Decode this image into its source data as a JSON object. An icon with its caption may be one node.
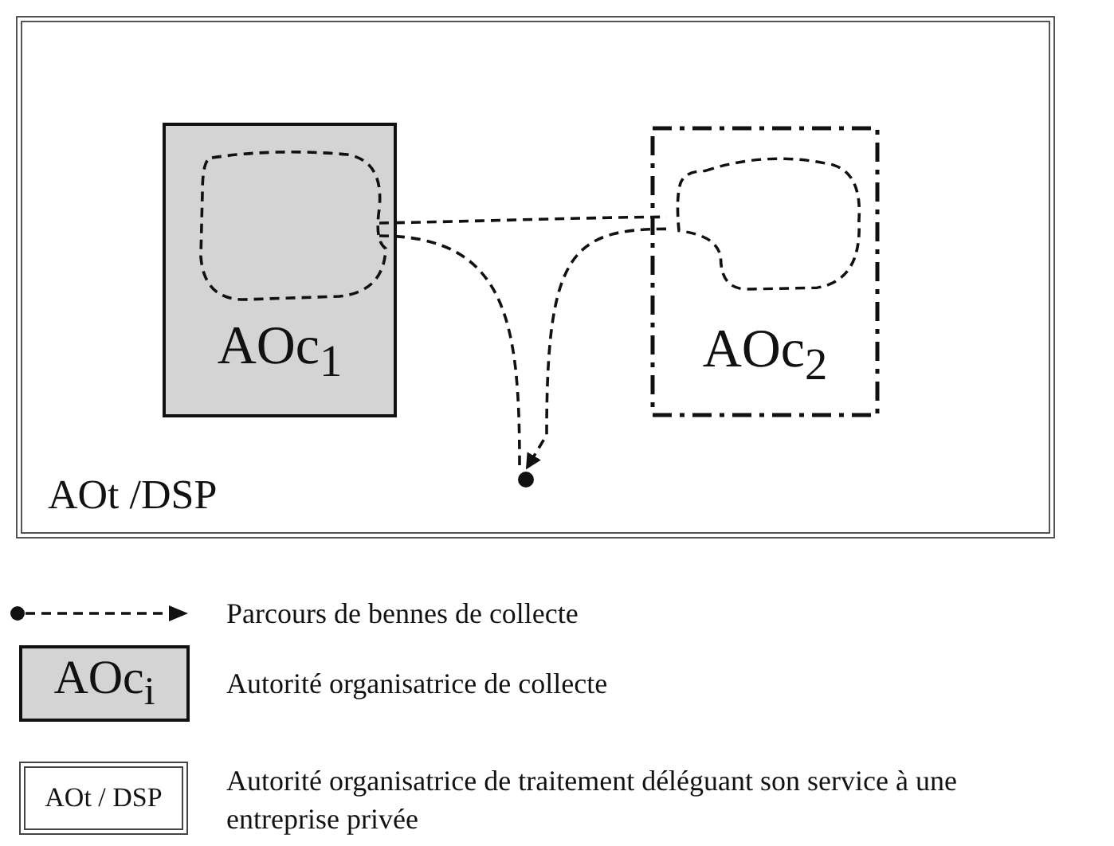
{
  "diagram": {
    "nodes": [
      {
        "text": [
          "AOt /DSP"
        ]
      },
      {
        "text": [
          "AOc$_{1}$"
        ],
        "in": 0
      },
      {
        "text": [],
        "shape": "cloud",
        "in": 1
      },
      {
        "text": [
          "AOc$_{2}$"
        ],
        "in": 0
      },
      {
        "text": [],
        "shape": "cloud",
        "in": 3
      },
      {
        "text": [],
        "shape": "circle",
        "in": 0
      }
    ],
    "edges": [
      {
        "from": 5,
        "to": 2,
        "arrow": "none",
        "style": "dashed"
      },
      {
        "from": 2,
        "to": 4,
        "arrow": "none",
        "style": "dashed"
      },
      {
        "from": 4,
        "to": 5,
        "arrow": "to",
        "style": "dashed"
      }
    ],
    "labels": [
      "AOc$_{i}$",
      "AOt / DSP"
    ],
    "legend": [
      {
        "text": "Parcours de bennes de collecte"
      },
      {
        "text": "Autorité organisatrice de collecte",
        "color": "#d4d4d4"
      },
      {
        "text": "Autorité organisatrice de traitement déléguant son service à une entreprise privée"
      }
    ]
  }
}
